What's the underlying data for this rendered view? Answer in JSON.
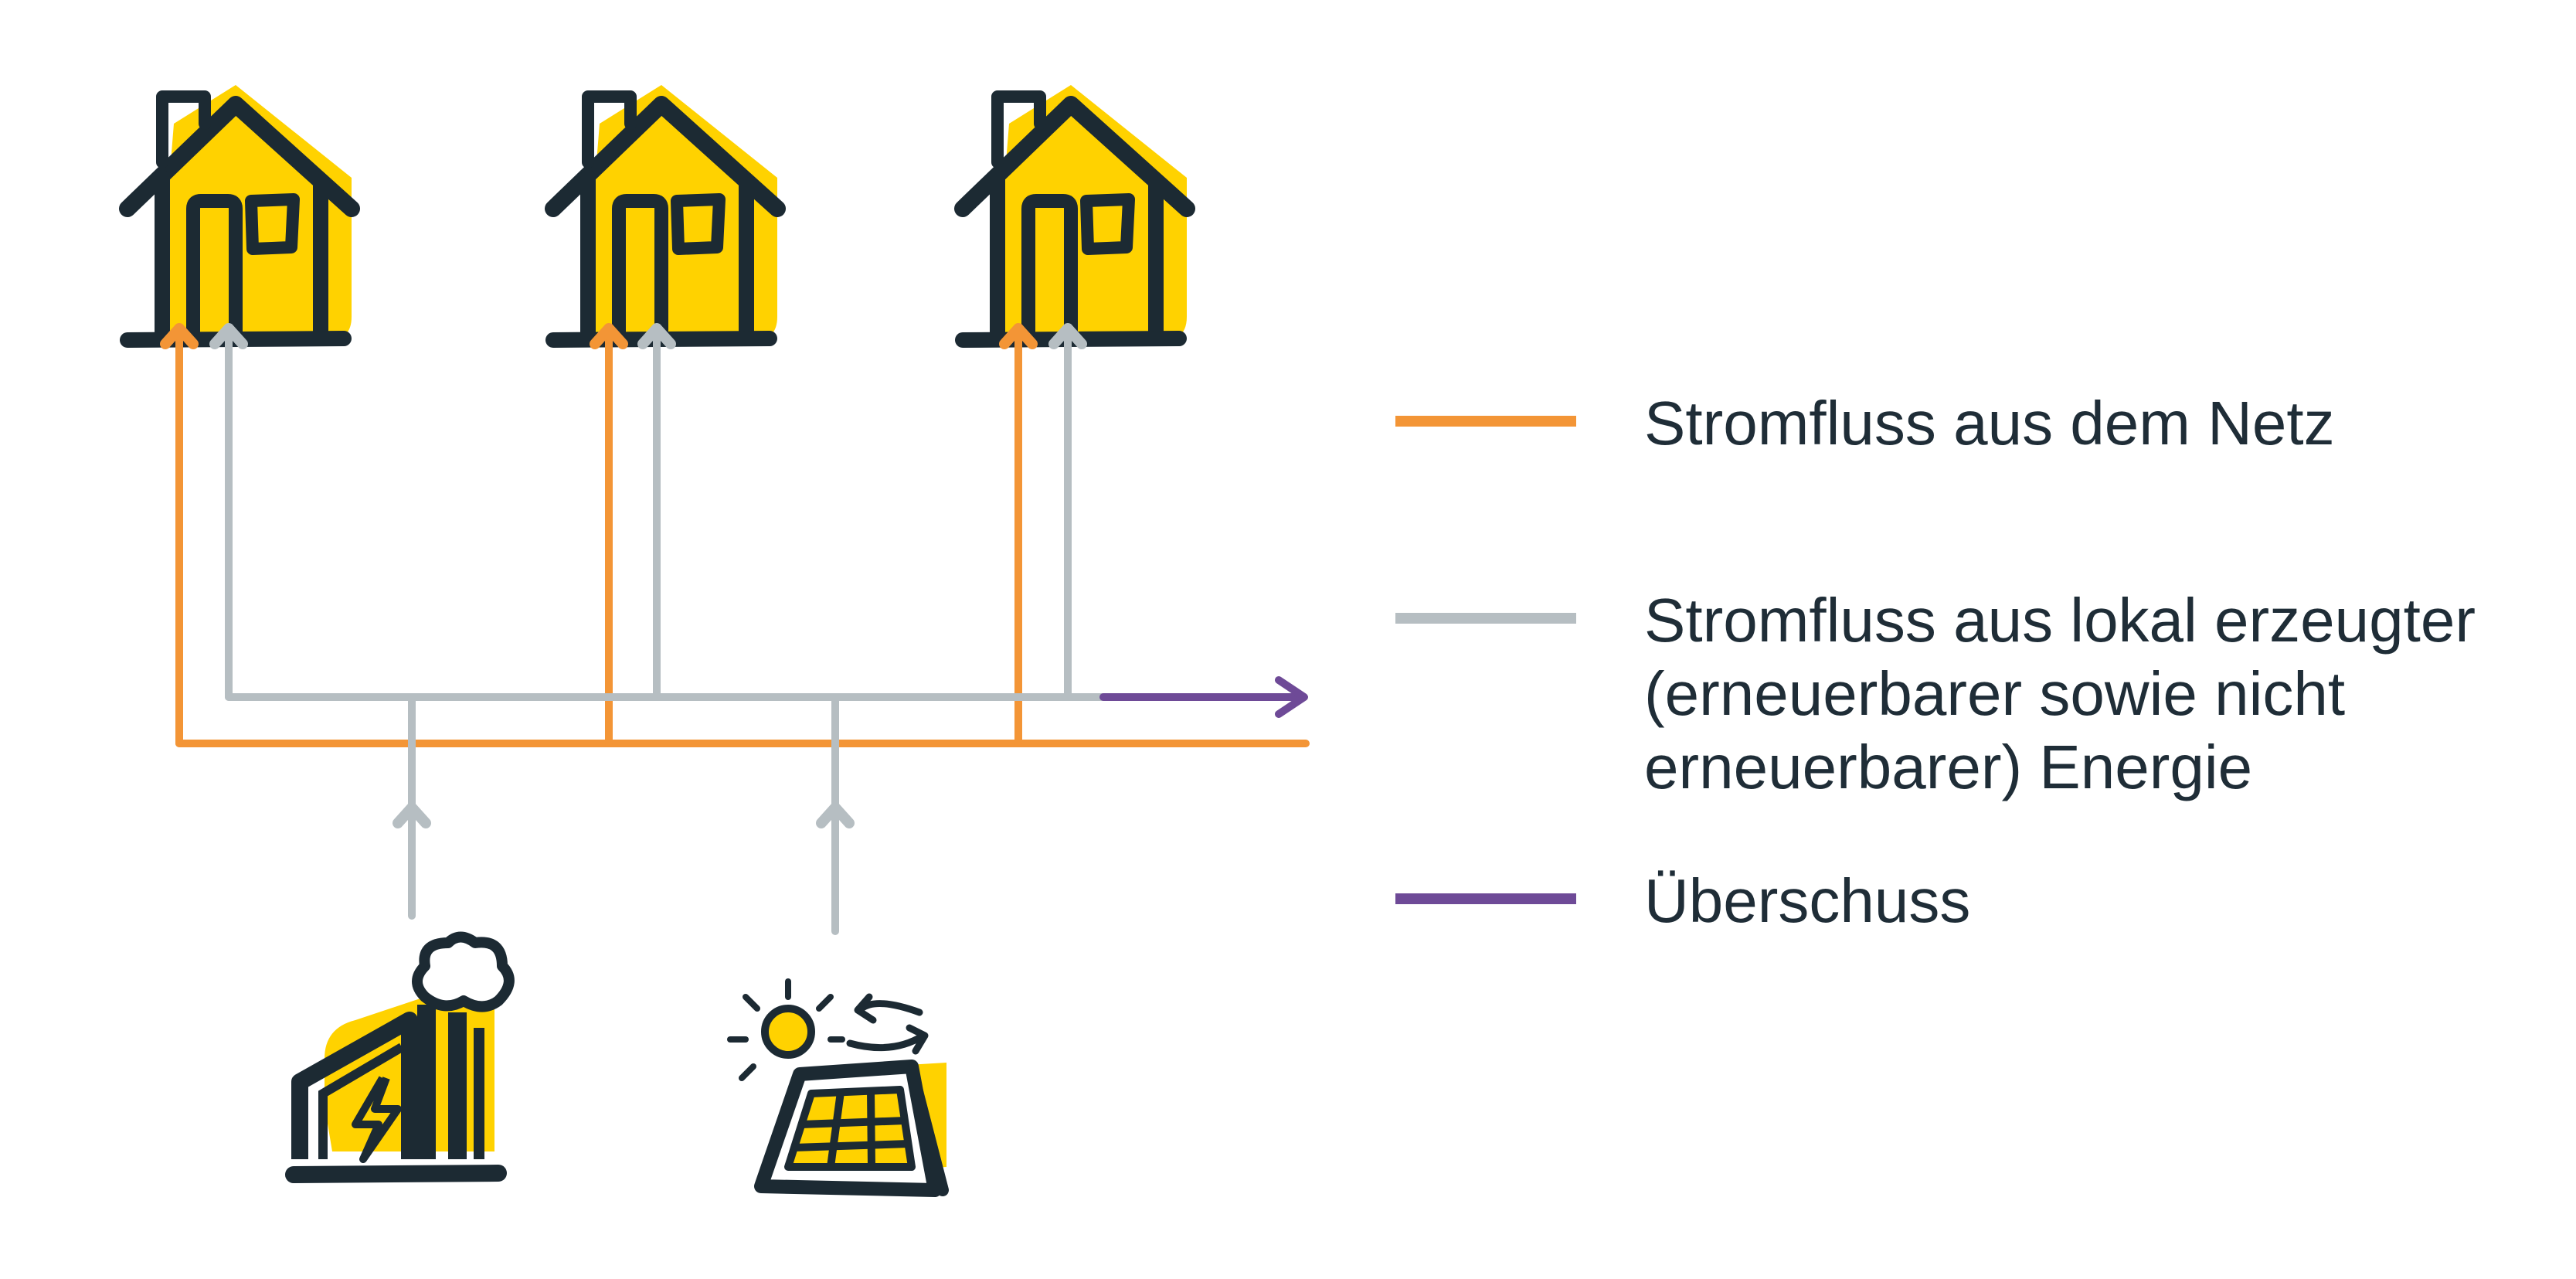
{
  "colors": {
    "grid": "#f39536",
    "local": "#b6bec2",
    "surplus": "#6e4a97",
    "icon_dark": "#1c2a33",
    "icon_fill": "#ffd200",
    "background": "#ffffff"
  },
  "legend": {
    "items": [
      {
        "key": "grid",
        "lines": [
          "Stromfluss aus dem Netz"
        ]
      },
      {
        "key": "local",
        "lines": [
          "Stromfluss aus lokal erzeugter",
          "(erneuerbarer sowie nicht",
          "erneuerbarer) Energie"
        ]
      },
      {
        "key": "surplus",
        "lines": [
          "Überschuss"
        ]
      }
    ]
  },
  "icons": {
    "houses": [
      "house-icon",
      "house-icon",
      "house-icon"
    ],
    "sources": [
      "power-plant-icon",
      "solar-panel-icon"
    ]
  }
}
